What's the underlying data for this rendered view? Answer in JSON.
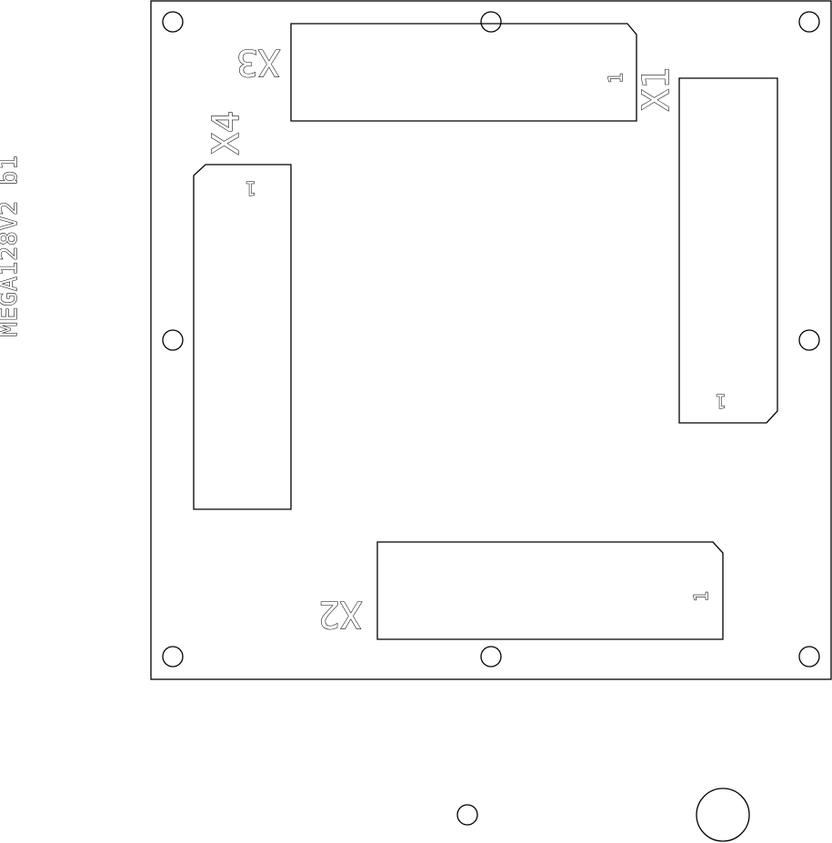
{
  "board": {
    "title": "MEGA128V2 b1",
    "connectors": [
      {
        "id": "X1",
        "label": "X1",
        "pin1_label": "1"
      },
      {
        "id": "X2",
        "label": "X2",
        "pin1_label": "1"
      },
      {
        "id": "X3",
        "label": "X3",
        "pin1_label": "1"
      },
      {
        "id": "X4",
        "label": "X4",
        "pin1_label": "1"
      }
    ]
  },
  "colors": {
    "stroke": "#000000",
    "background": "#ffffff"
  }
}
